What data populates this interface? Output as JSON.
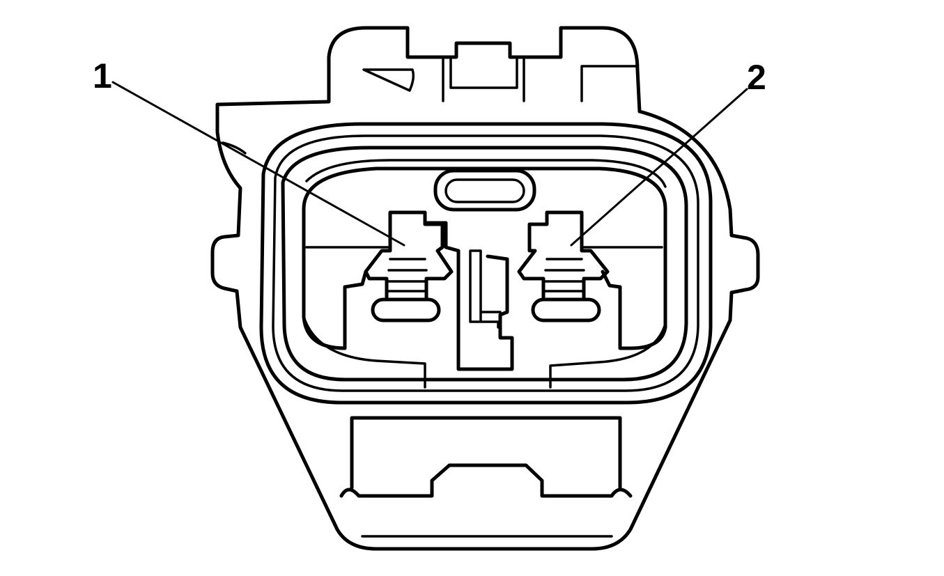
{
  "diagram": {
    "callouts": [
      {
        "id": "1",
        "label": "1",
        "target": "terminal-1"
      },
      {
        "id": "2",
        "label": "2",
        "target": "terminal-2"
      }
    ],
    "colors": {
      "line": "#000000",
      "background": "#ffffff"
    }
  }
}
